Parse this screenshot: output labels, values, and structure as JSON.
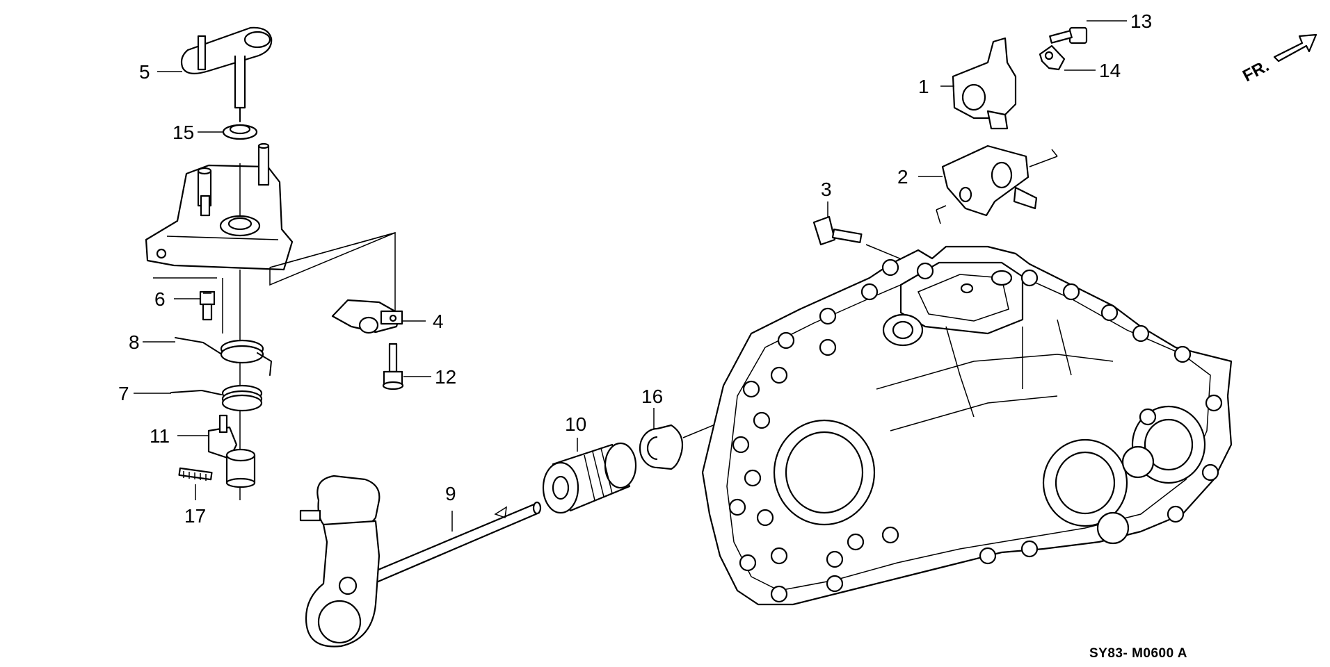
{
  "diagram": {
    "callouts": [
      {
        "id": "1",
        "label": "1"
      },
      {
        "id": "2",
        "label": "2"
      },
      {
        "id": "3",
        "label": "3"
      },
      {
        "id": "4",
        "label": "4"
      },
      {
        "id": "5",
        "label": "5"
      },
      {
        "id": "6",
        "label": "6"
      },
      {
        "id": "7",
        "label": "7"
      },
      {
        "id": "8",
        "label": "8"
      },
      {
        "id": "9",
        "label": "9"
      },
      {
        "id": "10",
        "label": "10"
      },
      {
        "id": "11",
        "label": "11"
      },
      {
        "id": "12",
        "label": "12"
      },
      {
        "id": "13",
        "label": "13"
      },
      {
        "id": "14",
        "label": "14"
      },
      {
        "id": "15",
        "label": "15"
      },
      {
        "id": "16",
        "label": "16"
      },
      {
        "id": "17",
        "label": "17"
      }
    ],
    "direction_label": "FR.",
    "diagram_code": "SY83- M0600 A"
  }
}
